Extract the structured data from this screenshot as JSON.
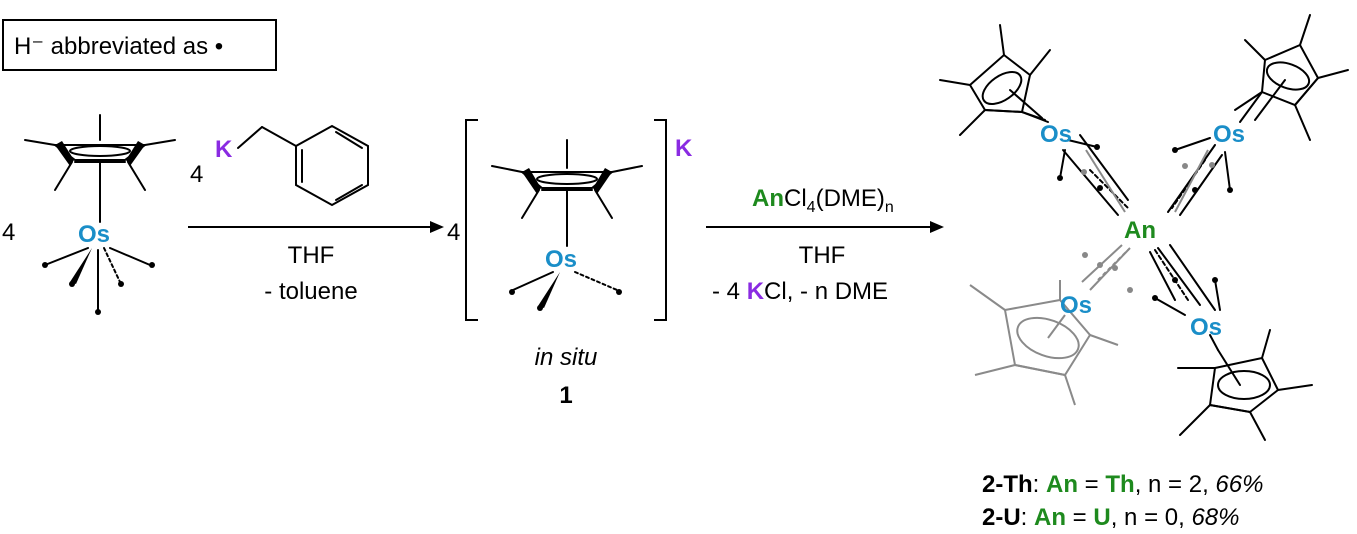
{
  "legend": {
    "text": "H⁻ abbreviated as •"
  },
  "reagents": {
    "stoich_left": "4",
    "stoich_benzyl": "4",
    "K_label": "K",
    "Os_label": "Os"
  },
  "step1": {
    "solvent": "THF",
    "byproduct": "- toluene"
  },
  "intermediate": {
    "stoich": "4",
    "Os_label": "Os",
    "counterion": "K",
    "note": "in situ",
    "number": "1"
  },
  "step2": {
    "reagent_an": "An",
    "reagent_rest": "Cl",
    "reagent_sub": "4",
    "reagent_tail": "(DME)",
    "reagent_n": "n",
    "solvent": "THF",
    "byproduct_pre": "- 4 ",
    "byproduct_K": "K",
    "byproduct_post": "Cl, - n DME"
  },
  "product": {
    "center": "An",
    "os_labels": [
      "Os",
      "Os",
      "Os",
      "Os"
    ]
  },
  "results": [
    {
      "id": "2-Th",
      "colon": ": ",
      "an": "An",
      "eq": " = ",
      "metal": "Th",
      "n": ", n = 2, ",
      "yield": "66%"
    },
    {
      "id": "2-U",
      "colon": ": ",
      "an": "An",
      "eq": " = ",
      "metal": "U",
      "n": ", n = 0, ",
      "yield": "68%"
    }
  ],
  "colors": {
    "os": "#1a8ec8",
    "k": "#8a2be2",
    "an": "#1e8a1e"
  }
}
